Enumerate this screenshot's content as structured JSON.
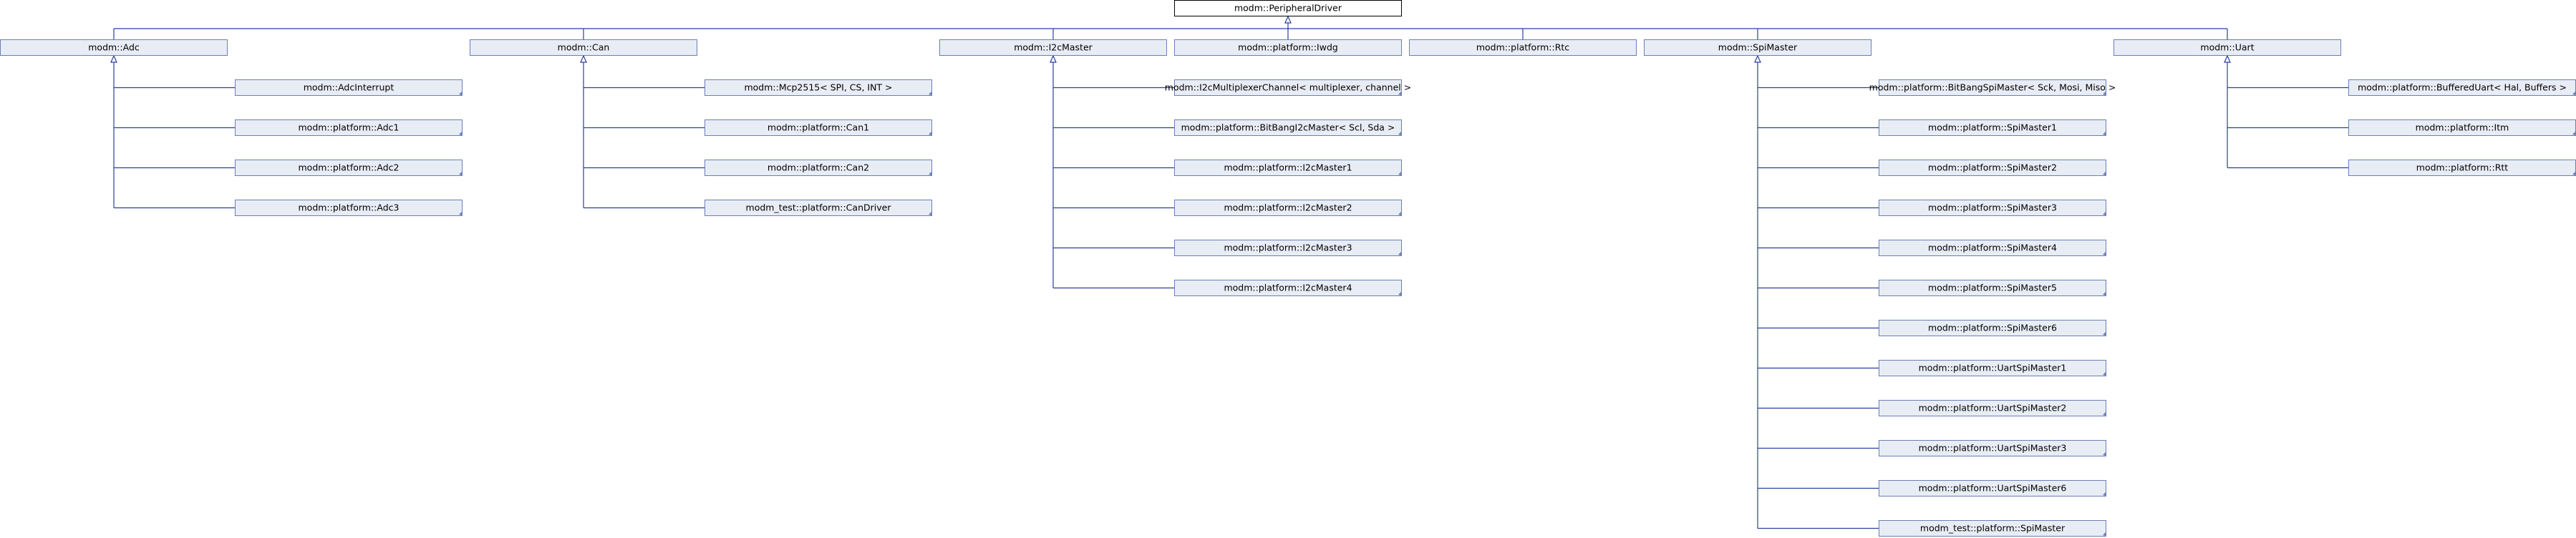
{
  "root": {
    "id": "peripheral-driver",
    "label": "modm::PeripheralDriver"
  },
  "groups": [
    {
      "id": "adc",
      "label": "modm::Adc",
      "children": [
        {
          "id": "adc-interrupt",
          "label": "modm::AdcInterrupt"
        },
        {
          "id": "adc1",
          "label": "modm::platform::Adc1"
        },
        {
          "id": "adc2",
          "label": "modm::platform::Adc2"
        },
        {
          "id": "adc3",
          "label": "modm::platform::Adc3"
        }
      ]
    },
    {
      "id": "can",
      "label": "modm::Can",
      "children": [
        {
          "id": "mcp2515",
          "label": "modm::Mcp2515< SPI, CS, INT >"
        },
        {
          "id": "can1",
          "label": "modm::platform::Can1"
        },
        {
          "id": "can2",
          "label": "modm::platform::Can2"
        },
        {
          "id": "test-can-driver",
          "label": "modm_test::platform::CanDriver"
        }
      ]
    },
    {
      "id": "i2c-master",
      "label": "modm::I2cMaster",
      "children": [
        {
          "id": "i2c-multiplexer-channel",
          "label": "modm::I2cMultiplexerChannel< multiplexer, channel >"
        },
        {
          "id": "bitbang-i2c-master",
          "label": "modm::platform::BitBangI2cMaster< Scl, Sda >"
        },
        {
          "id": "i2c-master1",
          "label": "modm::platform::I2cMaster1"
        },
        {
          "id": "i2c-master2",
          "label": "modm::platform::I2cMaster2"
        },
        {
          "id": "i2c-master3",
          "label": "modm::platform::I2cMaster3"
        },
        {
          "id": "i2c-master4",
          "label": "modm::platform::I2cMaster4"
        }
      ]
    },
    {
      "id": "iwdg",
      "label": "modm::platform::Iwdg",
      "children": []
    },
    {
      "id": "rtc",
      "label": "modm::platform::Rtc",
      "children": []
    },
    {
      "id": "spi-master",
      "label": "modm::SpiMaster",
      "children": [
        {
          "id": "bitbang-spi-master",
          "label": "modm::platform::BitBangSpiMaster< Sck, Mosi, Miso >"
        },
        {
          "id": "spi-master1",
          "label": "modm::platform::SpiMaster1"
        },
        {
          "id": "spi-master2",
          "label": "modm::platform::SpiMaster2"
        },
        {
          "id": "spi-master3",
          "label": "modm::platform::SpiMaster3"
        },
        {
          "id": "spi-master4",
          "label": "modm::platform::SpiMaster4"
        },
        {
          "id": "spi-master5",
          "label": "modm::platform::SpiMaster5"
        },
        {
          "id": "spi-master6",
          "label": "modm::platform::SpiMaster6"
        },
        {
          "id": "uart-spi-master1",
          "label": "modm::platform::UartSpiMaster1"
        },
        {
          "id": "uart-spi-master2",
          "label": "modm::platform::UartSpiMaster2"
        },
        {
          "id": "uart-spi-master3",
          "label": "modm::platform::UartSpiMaster3"
        },
        {
          "id": "uart-spi-master6",
          "label": "modm::platform::UartSpiMaster6"
        },
        {
          "id": "test-spi-master",
          "label": "modm_test::platform::SpiMaster"
        }
      ]
    },
    {
      "id": "uart",
      "label": "modm::Uart",
      "children": [
        {
          "id": "buffered-uart",
          "label": "modm::platform::BufferedUart< Hal, Buffers >"
        },
        {
          "id": "itm",
          "label": "modm::platform::Itm"
        },
        {
          "id": "rtt",
          "label": "modm::platform::Rtt"
        }
      ]
    }
  ],
  "colors": {
    "root_fill": "#ffffff",
    "root_border": "#000000",
    "node_fill": "#e8edf5",
    "node_border": "#6a7fb8",
    "edge": "#2b3fa0",
    "text": "#000000"
  }
}
